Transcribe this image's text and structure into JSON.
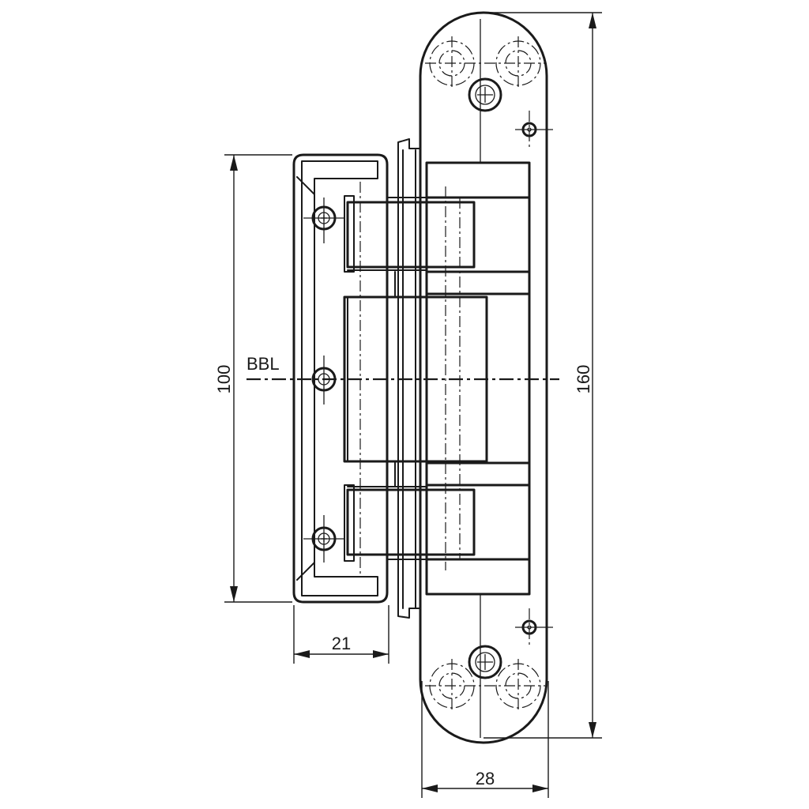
{
  "labels": {
    "reference_line": "BBL"
  },
  "dimensions": {
    "frame_part_height": "100",
    "overall_height": "160",
    "frame_part_width": "21",
    "door_part_width": "28"
  }
}
